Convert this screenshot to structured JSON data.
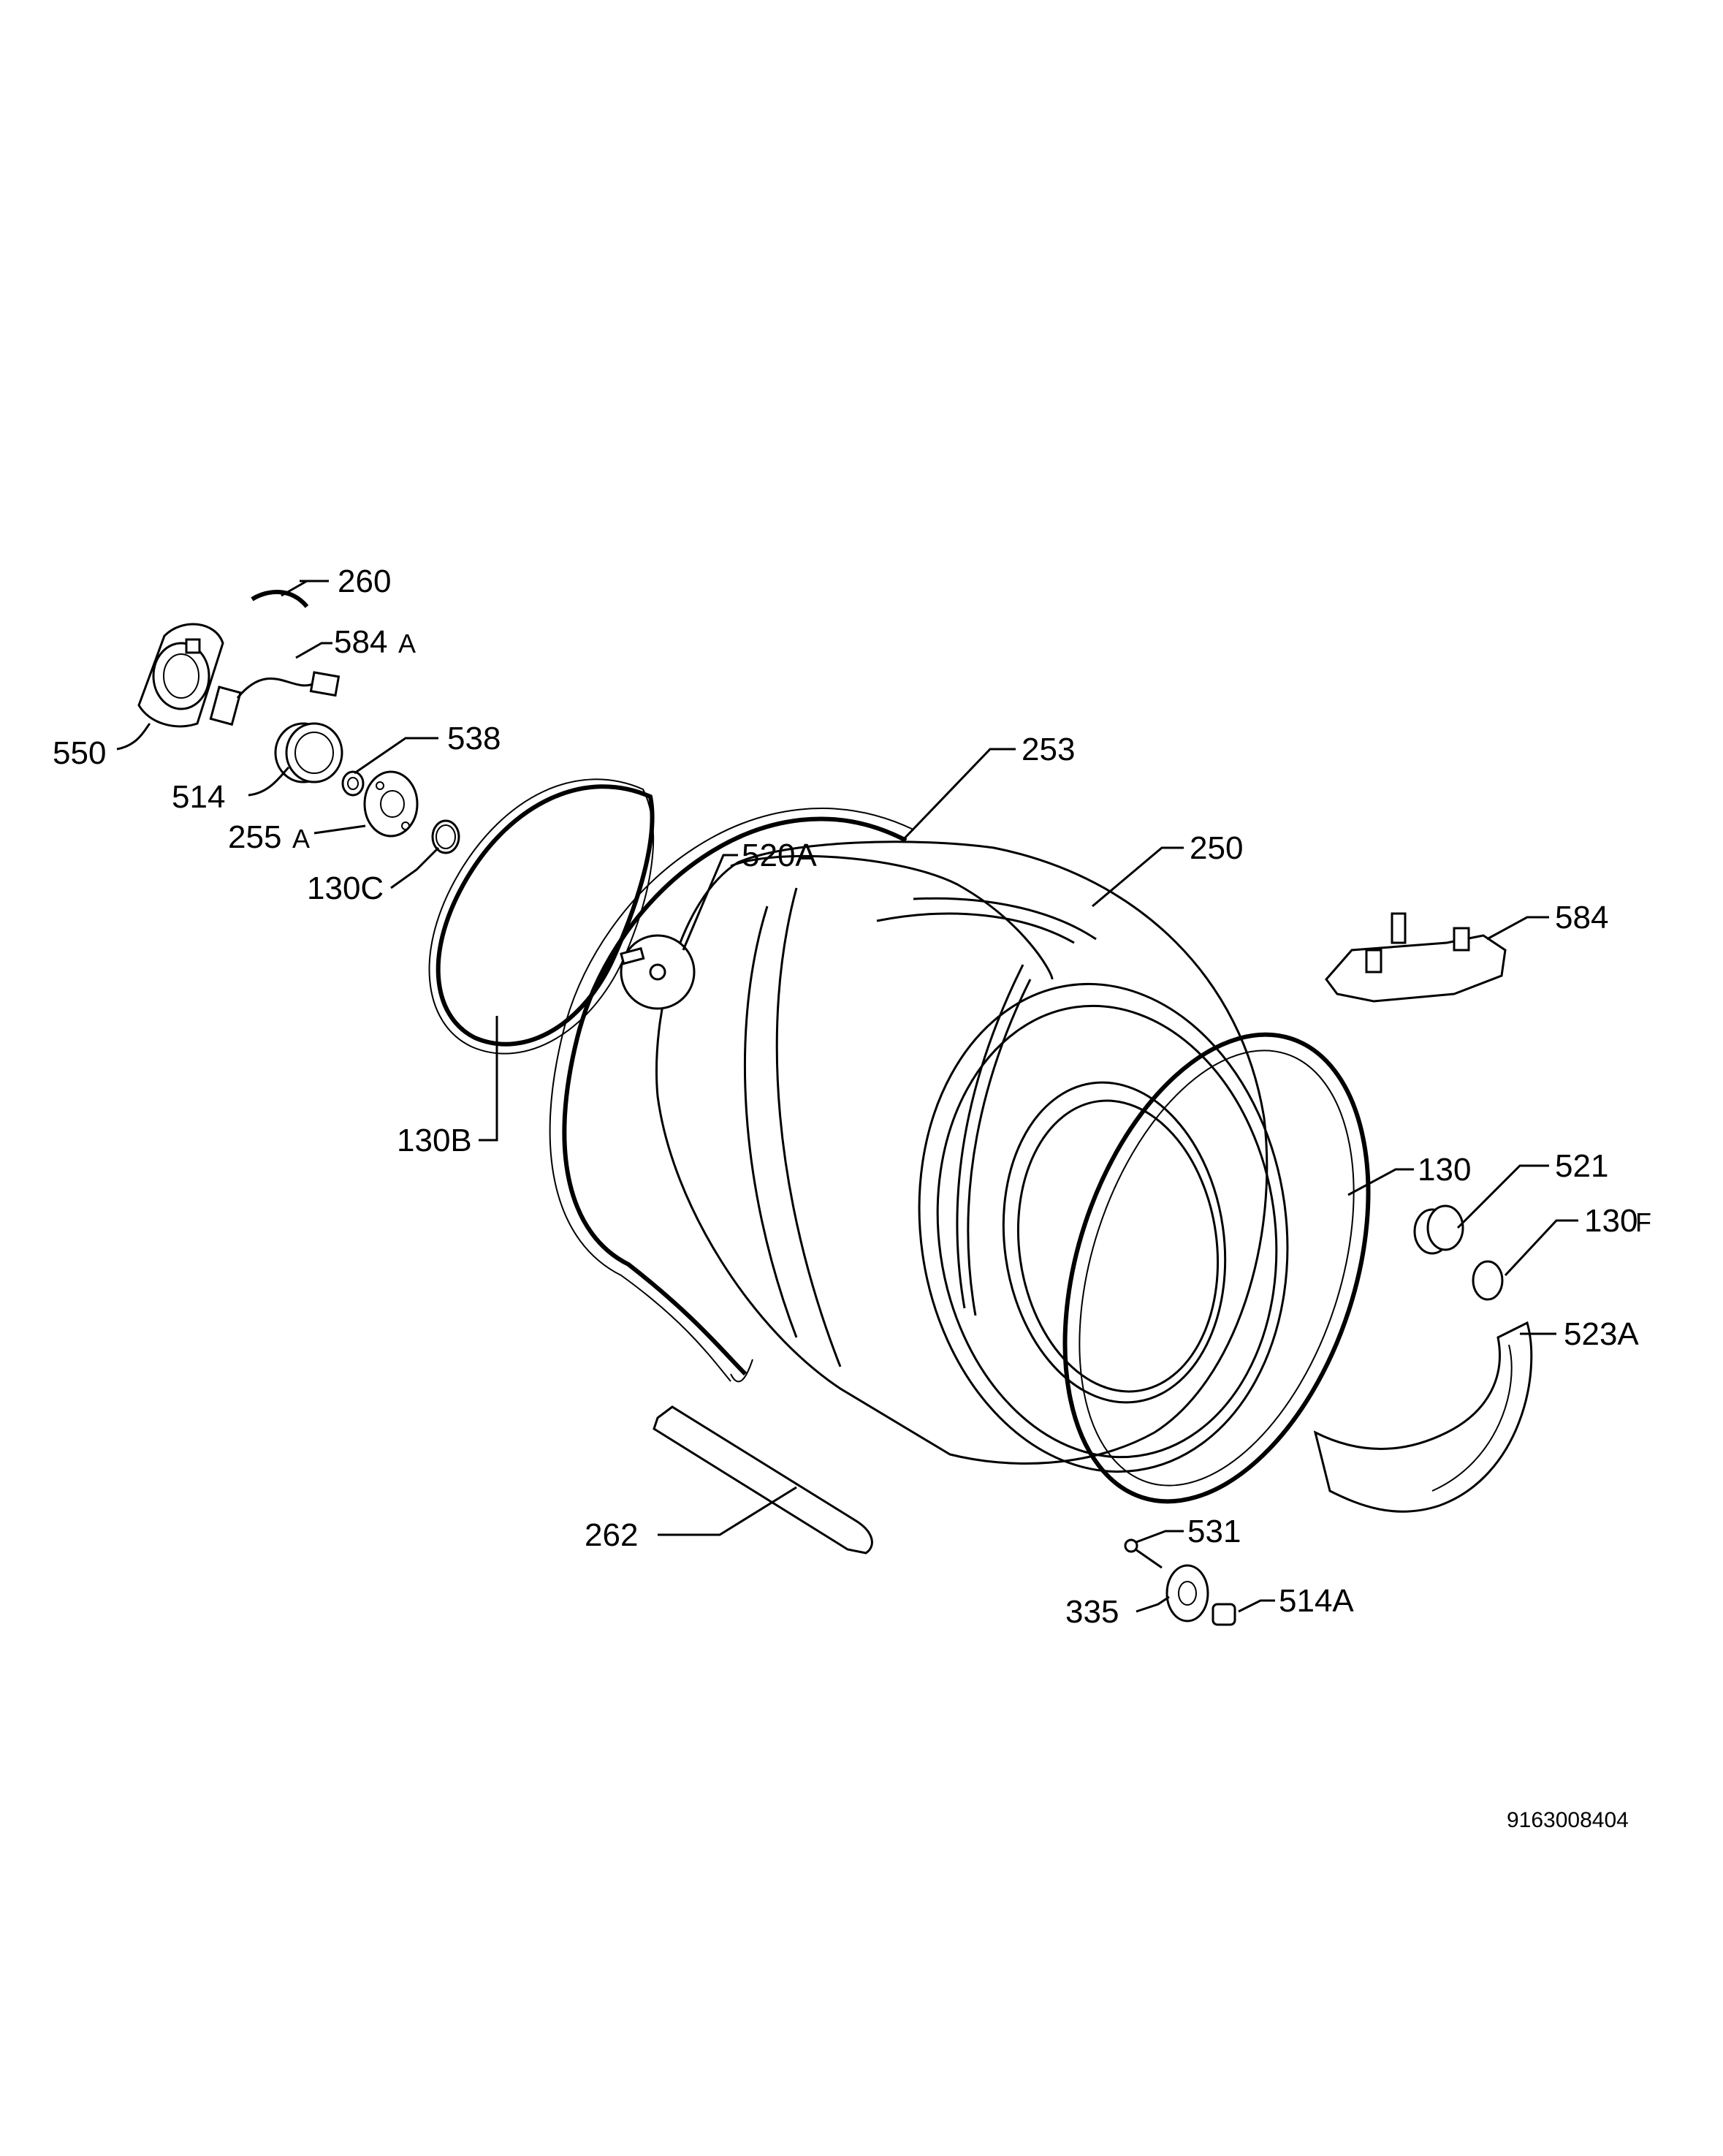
{
  "labels": {
    "p260": "260",
    "p584a": "584",
    "p584a_suffix": "A",
    "p550": "550",
    "p538": "538",
    "p514": "514",
    "p255a": "255",
    "p255a_suffix": "A",
    "p130c": "130C",
    "p253": "253",
    "p520a": "520A",
    "p250": "250",
    "p584": "584",
    "p130b": "130B",
    "p130": "130",
    "p521": "521",
    "p130f": "130",
    "p130f_suffix": "F",
    "p523a": "523A",
    "p262": "262",
    "p531": "531",
    "p335": "335",
    "p514a": "514A"
  },
  "document_number": "9163008404"
}
